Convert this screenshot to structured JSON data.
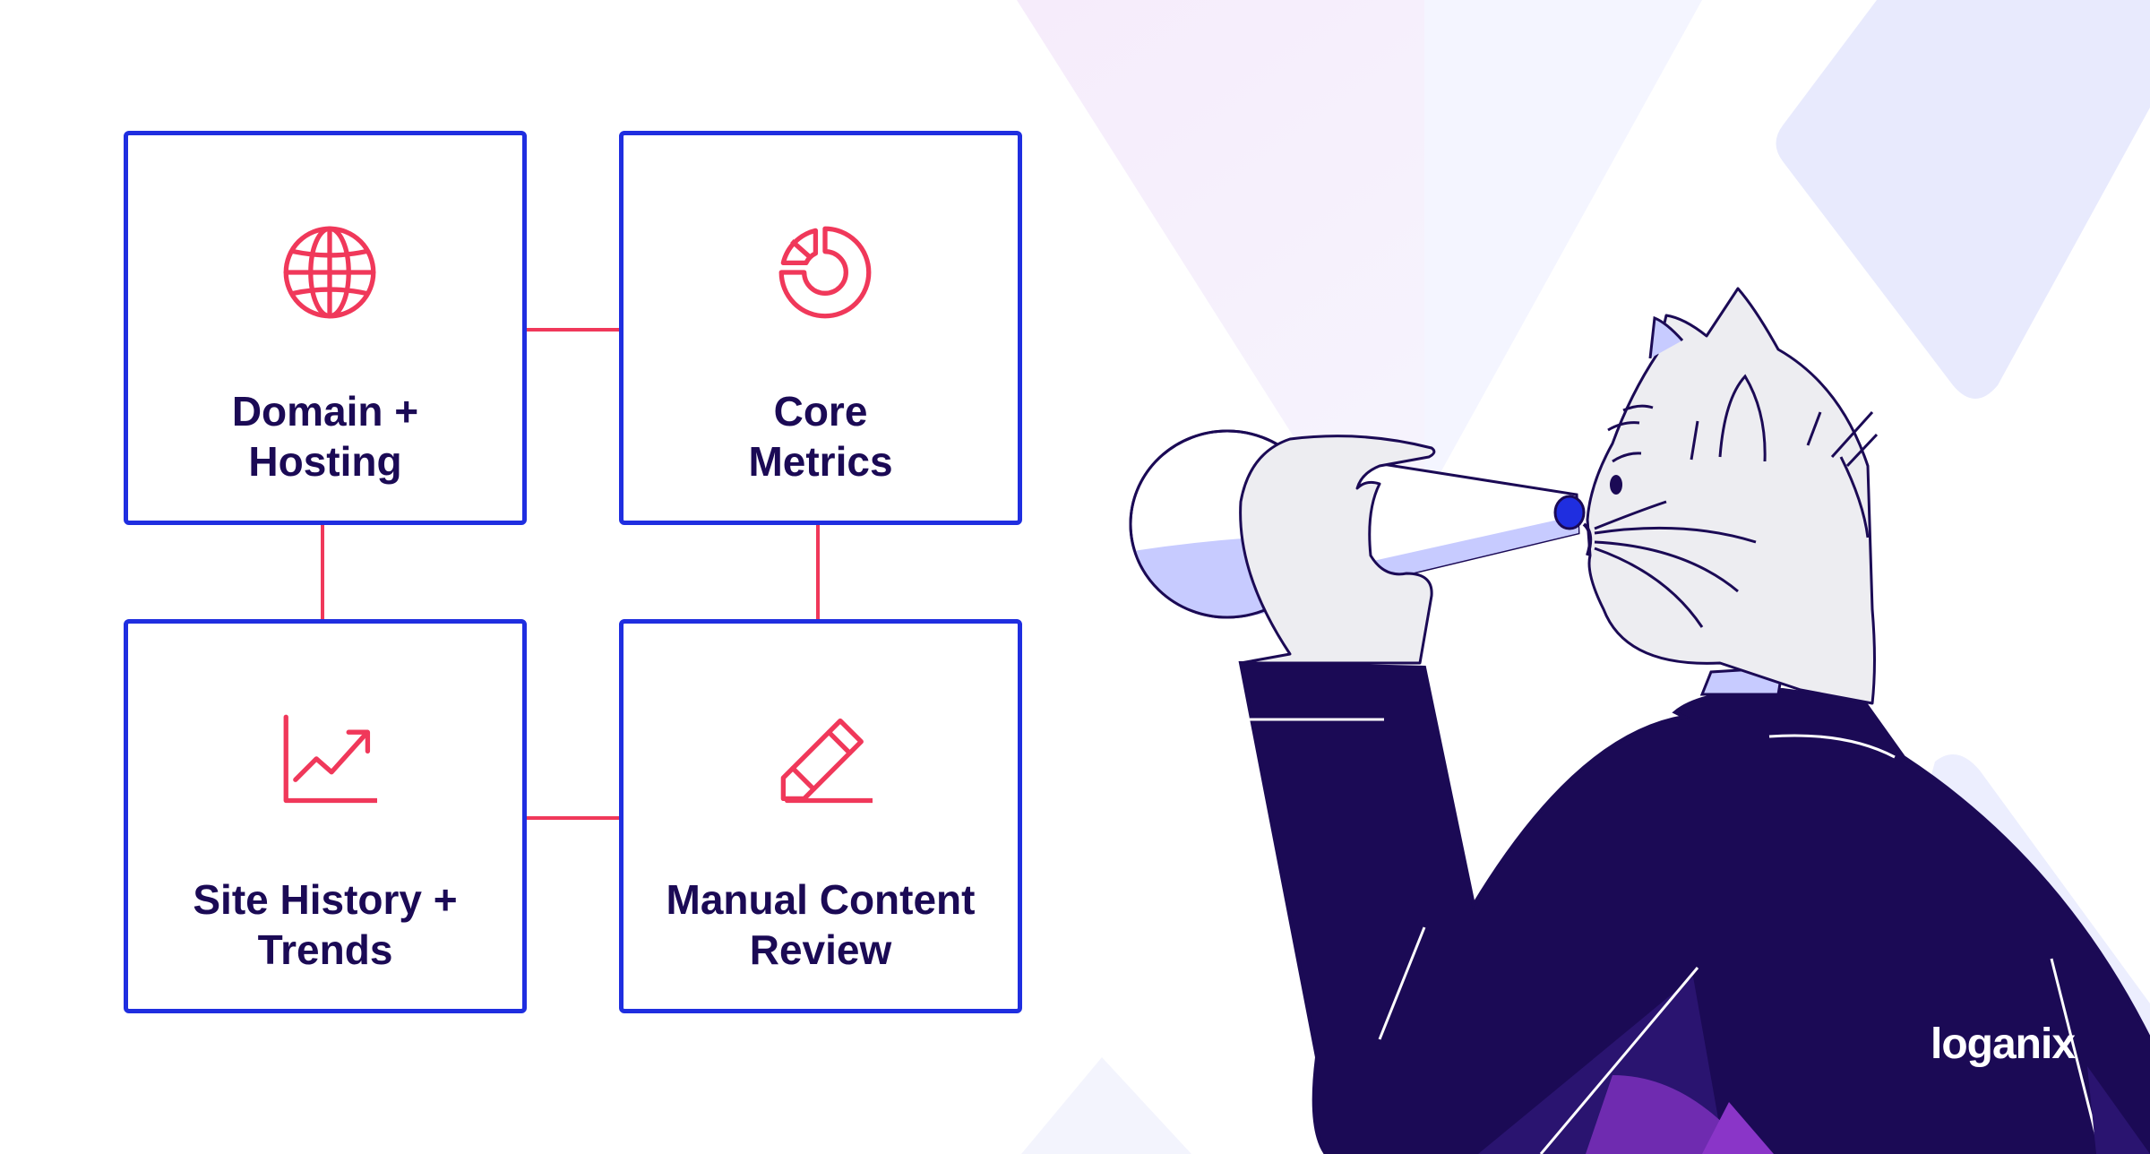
{
  "colors": {
    "border": "#1f2ee0",
    "icon": "#f0385a",
    "text": "#1b0a55",
    "connector": "#f0385a",
    "jacket": "#1b0a55",
    "fur": "#ededf1"
  },
  "boxes": [
    {
      "label": "Domain +\nHosting",
      "icon": "globe-icon"
    },
    {
      "label": "Core\nMetrics",
      "icon": "donut-chart-icon"
    },
    {
      "label": "Site History +\nTrends",
      "icon": "line-chart-icon"
    },
    {
      "label": "Manual Content\nReview",
      "icon": "pencil-icon"
    }
  ],
  "brand": {
    "name": "loganix"
  }
}
